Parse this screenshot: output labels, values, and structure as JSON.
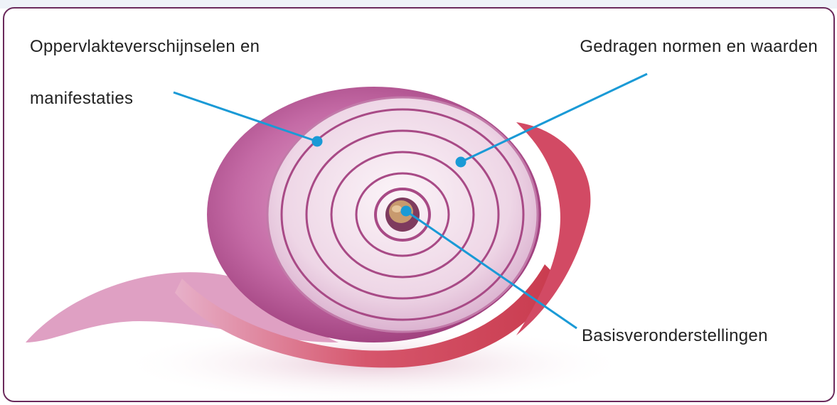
{
  "labels": {
    "surface_line1": "Oppervlakteverschijnselen en",
    "surface_line2": "manifestaties",
    "norms": "Gedragen normen en waarden",
    "basic": "Basisveronderstellingen"
  },
  "colors": {
    "frame": "#6b2a5c",
    "leader_line": "#1a9ad6",
    "onion_outer": "#b03e7e",
    "onion_flesh": "#f3e3ee",
    "onion_ring": "#a84a86",
    "skin": "#d94a60"
  }
}
